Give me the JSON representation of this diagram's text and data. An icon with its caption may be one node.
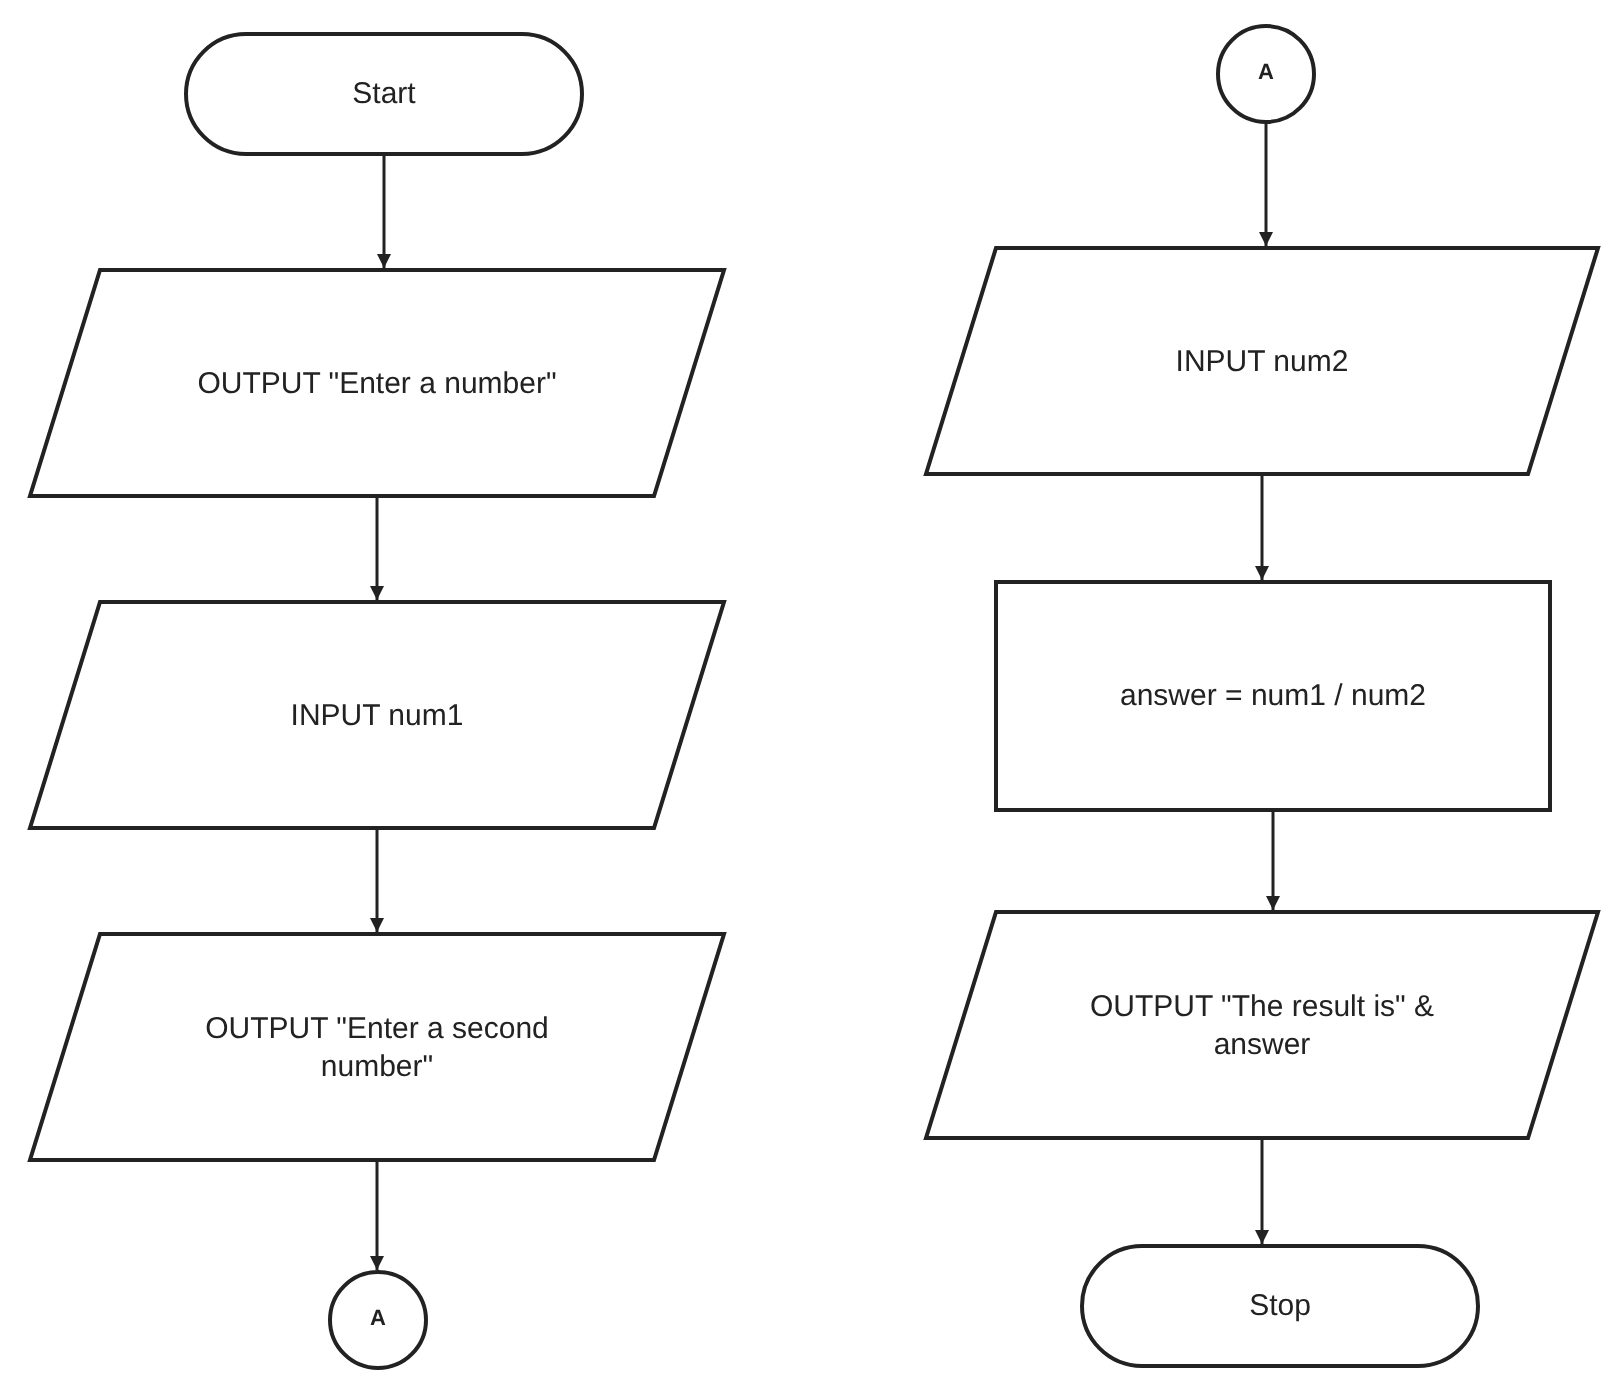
{
  "diagram": {
    "nodes": [
      {
        "text": [
          "Start"
        ]
      },
      {
        "text": [
          "OUTPUT \"Enter a number\""
        ]
      },
      {
        "text": [
          "INPUT num1"
        ]
      },
      {
        "text": [
          "OUTPUT \"Enter a second number\""
        ]
      },
      {
        "text": [
          "A"
        ]
      },
      {
        "text": [
          "A"
        ]
      },
      {
        "text": [
          "INPUT num2"
        ]
      },
      {
        "text": [
          "answer = num1 / num2"
        ]
      },
      {
        "text": [
          "OUTPUT \"The result is\" & answer"
        ]
      },
      {
        "text": [
          "Stop"
        ]
      }
    ],
    "edges": [
      {
        "from": 0,
        "to": 1,
        "arrow": "to"
      },
      {
        "from": 1,
        "to": 2,
        "arrow": "to"
      },
      {
        "from": 2,
        "to": 3,
        "arrow": "to"
      },
      {
        "from": 3,
        "to": 4,
        "arrow": "to"
      },
      {
        "from": 5,
        "to": 6,
        "arrow": "to"
      },
      {
        "from": 6,
        "to": 7,
        "arrow": "to"
      },
      {
        "from": 7,
        "to": 8,
        "arrow": "to"
      },
      {
        "from": 8,
        "to": 9,
        "arrow": "to"
      }
    ]
  }
}
